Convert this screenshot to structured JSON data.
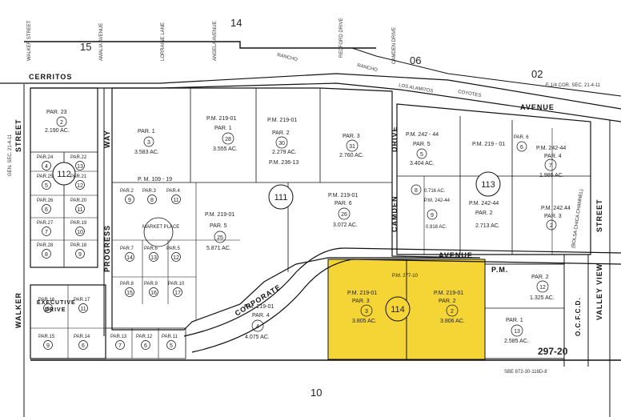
{
  "map_numbers": {
    "top": "14",
    "bottom": "10",
    "left_top": "15",
    "right_top_a": "06",
    "right_top_b": "02",
    "bottom_right": "297-20"
  },
  "streets": {
    "cerritos": "CERRITOS",
    "cerritos_avenue": "AVENUE",
    "walker_upper": "STREET",
    "walker_lower": "WALKER",
    "progress": "PROGRESS",
    "progress_way": "WAY",
    "executive": "EXECUTIVE",
    "executive_drive": "DRIVE",
    "camden": "CAMDEN",
    "camden_drive": "DRIVE",
    "corporate": "CORPORATE",
    "corporate_avenue": "AVENUE",
    "valley_view": "VALLEY  VIEW",
    "valley_view_street": "STREET",
    "ocfcd": "O.C.F.C.D.",
    "market_place": "MARKET PLACE",
    "bolsa_chica": "(BOLSA CHICA CHANNEL)",
    "gen_sec": "GEN. SEC. 21-4-11",
    "e_corner": "E.1/4 COR. SEC. 21-4-11",
    "pm_label": "P.M.",
    "walker_top": "WALKER STREET",
    "amalia": "AMALIA AVENUE",
    "lorraine": "LORRAINE LANE",
    "angela": "ANGELA AVENUE",
    "redford": "REDFORD DRIVE",
    "camden_top": "CAMDEN DRIVE",
    "rancho1": "RANCHO",
    "rancho2": "RANCHO",
    "los_alamitos": "LOS ALAMITOS",
    "coyotes": "COYOTES",
    "sbe": "SBE 872-30-116D-8"
  },
  "blocks": [
    {
      "num": "112"
    },
    {
      "num": "111"
    },
    {
      "num": "113"
    },
    {
      "num": "114"
    }
  ],
  "parcels": {
    "p112_23": {
      "title": "PAR. 23",
      "num": "2",
      "area": "2.190 AC."
    },
    "p111_1": {
      "title": "PAR. 1",
      "num": "3",
      "area": "3.583 AC."
    },
    "p111_pm1": {
      "title": "P.M. 219-01",
      "sub": "PAR. 1",
      "num": "28",
      "area": "3.555 AC."
    },
    "p111_pm2": {
      "title": "P.M. 219-01",
      "sub": "PAR. 2",
      "num": "30",
      "area": "2.279 AC.",
      "pm": "P.M. 236-13"
    },
    "p111_pm3": {
      "title": "PAR. 3",
      "num": "31",
      "area": "2.760 AC."
    },
    "p111_pm109": {
      "title": "P. M. 109 - 19"
    },
    "p111_pm5": {
      "title": "P.M. 219-01",
      "sub": "PAR. 5",
      "num": "25",
      "area": "5.871 AC."
    },
    "p111_pm6": {
      "title": "P.M. 219-01",
      "sub": "PAR. 6",
      "num": "26",
      "area": "3.072 AC."
    },
    "p111_pm4": {
      "title": "P.M. 219-01",
      "sub": "PAR. 4",
      "num": "4",
      "area": "4.075 AC."
    },
    "p114_pm3": {
      "title": "P.M. 219-01",
      "sub": "PAR. 3",
      "num": "3",
      "area": "3.805 AC."
    },
    "p114_pm2": {
      "title": "P.M. 219-01",
      "sub": "PAR. 2",
      "num": "2",
      "area": "3.806 AC."
    },
    "p114_277": {
      "title": "P.M. 277-10"
    },
    "p113_5": {
      "title": "P.M. 242 - 44",
      "sub": "PAR. 5",
      "num": "5",
      "area": "3.404 AC."
    },
    "p113_pm219": {
      "title": "P.M. 219 - 01"
    },
    "p113_6": {
      "title": "PAR. 6",
      "num": "6"
    },
    "p113_4": {
      "title": "P.M. 242-44",
      "sub": "PAR. 4",
      "num": "7",
      "area": "1.986 AC."
    },
    "p113_8": {
      "num": "8",
      "area": "0.716 AC."
    },
    "p113_9": {
      "num": "9",
      "area": "0.918 AC.",
      "pm": "P.M. 242-44"
    },
    "p113_2": {
      "title": "P.M. 242-44",
      "sub": "PAR. 2",
      "area": "2.713 AC."
    },
    "p113_3": {
      "title": "P.M. 242.44",
      "sub": "PAR. 3",
      "num": "2"
    },
    "p113_12": {
      "title": "P.M.",
      "sub": "PAR. 2",
      "num": "12",
      "area": "1.325 AC."
    },
    "p113_13": {
      "title": "PAR. 1",
      "num": "13",
      "area": "2.585 AC."
    }
  },
  "small_lots": [
    {
      "par": "PAR.24",
      "num": "4"
    },
    {
      "par": "PAR.22",
      "num": "13"
    },
    {
      "par": "PAR.25",
      "num": "5"
    },
    {
      "par": "PAR.21",
      "num": "12"
    },
    {
      "par": "PAR.26",
      "num": "6"
    },
    {
      "par": "PAR.20",
      "num": "11"
    },
    {
      "par": "PAR.27",
      "num": "7"
    },
    {
      "par": "PAR.19",
      "num": "10"
    },
    {
      "par": "PAR.28",
      "num": "8"
    },
    {
      "par": "PAR.18",
      "num": "9"
    },
    {
      "par": "PAR.2",
      "num": "9"
    },
    {
      "par": "PAR.3",
      "num": "8"
    },
    {
      "par": "PAR.4",
      "num": "11"
    },
    {
      "par": "PAR.7",
      "num": "14"
    },
    {
      "par": "PAR.6",
      "num": "13"
    },
    {
      "par": "PAR.5",
      "num": "12"
    },
    {
      "par": "PAR.8",
      "num": "15"
    },
    {
      "par": "PAR.9",
      "num": "16"
    },
    {
      "par": "PAR.10",
      "num": "17"
    },
    {
      "par": "PAR.16",
      "num": "8"
    },
    {
      "par": "PAR.17",
      "num": "11"
    },
    {
      "par": "PAR.15",
      "num": "9"
    },
    {
      "par": "PAR.14",
      "num": "6"
    },
    {
      "par": "PAR.13",
      "num": "7"
    },
    {
      "par": "PAR.12",
      "num": "6"
    },
    {
      "par": "PAR.11",
      "num": "5"
    }
  ],
  "colors": {
    "highlight": "#f5d536",
    "lines": "#111111",
    "background": "#ffffff"
  }
}
